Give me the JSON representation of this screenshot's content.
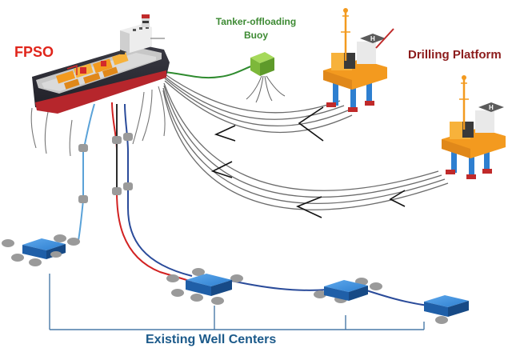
{
  "labels": {
    "fpso": "FPSO",
    "buoy": "Tanker-offloading Buoy",
    "drilling_platform": "Drilling Platform",
    "well_centers": "Existing Well Centers"
  },
  "colors": {
    "fpso_label": "#e0251b",
    "buoy_label": "#3d8a33",
    "drilling_label": "#8c1c1c",
    "well_label": "#1c5a8a",
    "hull_dark": "#2c2c34",
    "hull_red": "#b6262c",
    "deck_orange": "#f39a1f",
    "buoy_green": "#8cc63f",
    "manifold_blue": "#2e7fd0",
    "cable_gray": "#6b6b6b",
    "flowline_blue": "#2a4b9a",
    "flowline_red": "#d22222",
    "riser_light_blue": "#5aa2d8"
  }
}
